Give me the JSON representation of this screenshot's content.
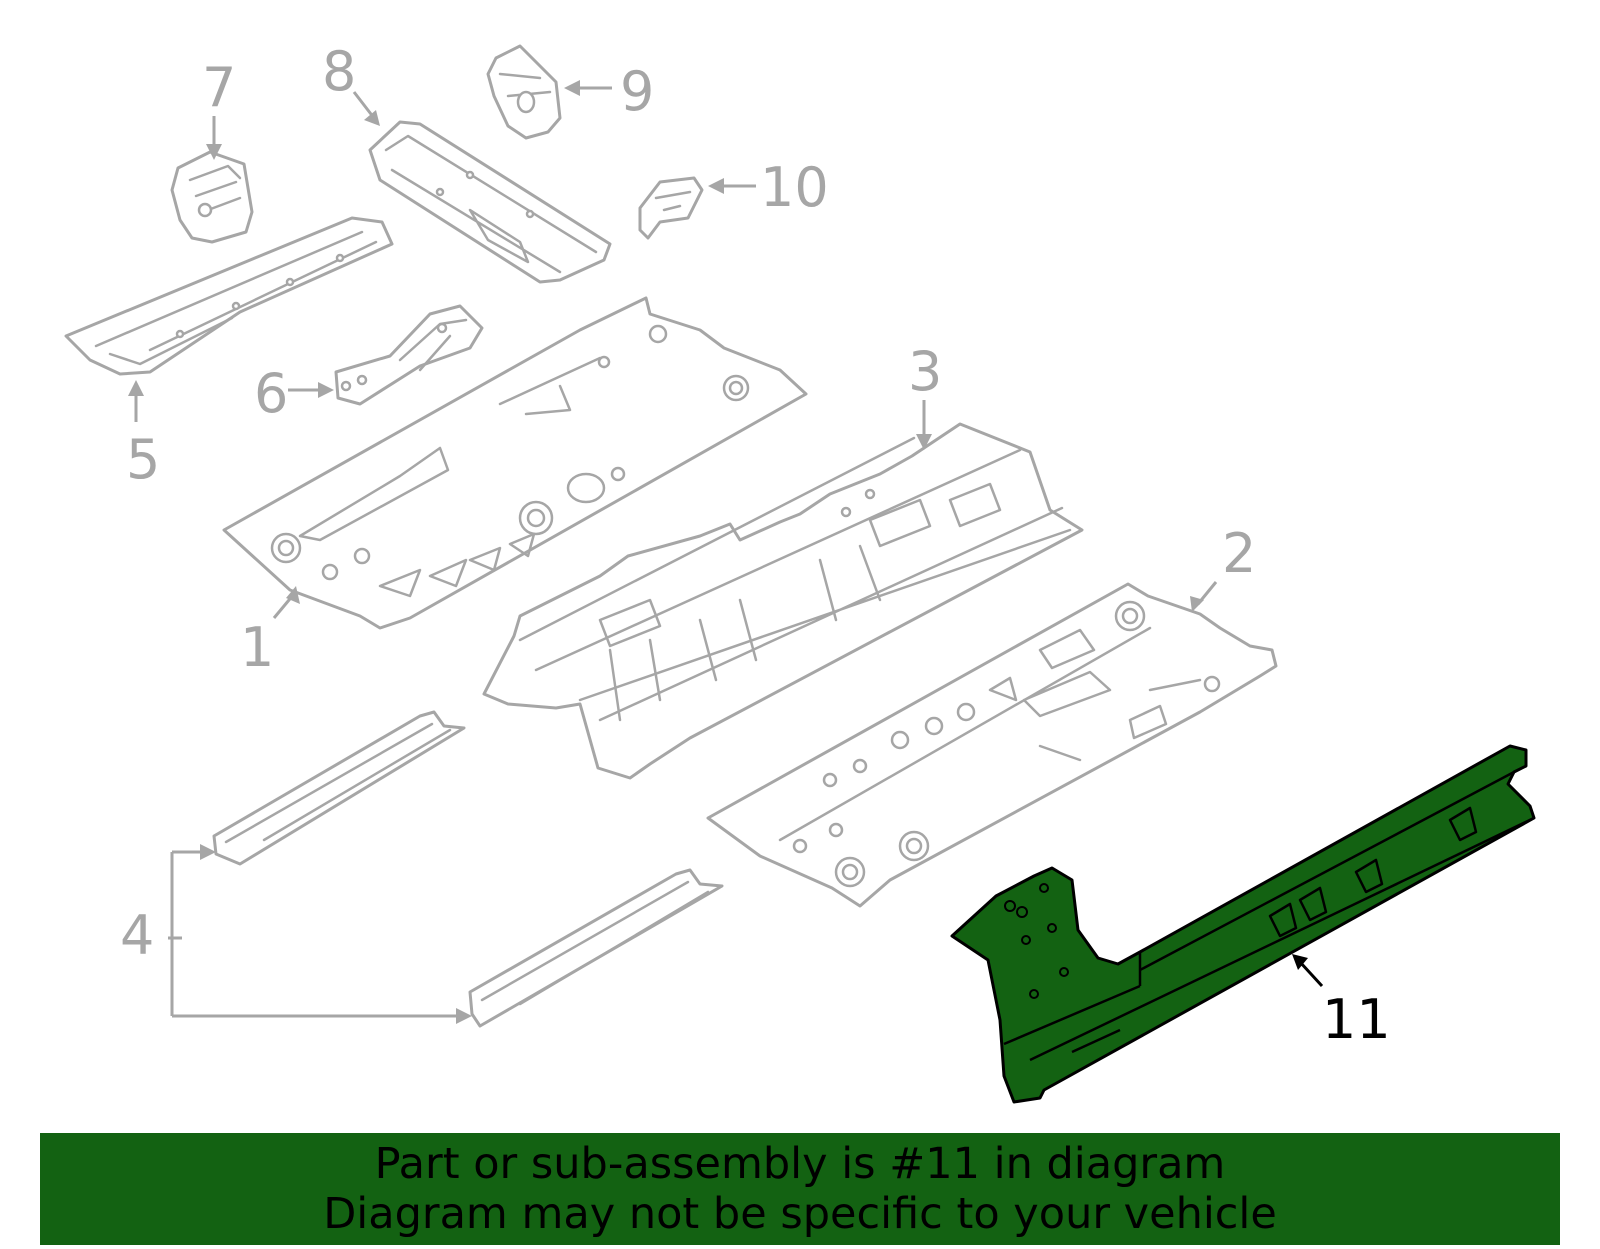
{
  "callouts": {
    "c1": "1",
    "c2": "2",
    "c3": "3",
    "c4": "4",
    "c5": "5",
    "c6": "6",
    "c7": "7",
    "c8": "8",
    "c9": "9",
    "c10": "10",
    "c11": "11"
  },
  "highlight": {
    "part": "11",
    "color": "#136212"
  },
  "banner": {
    "line1": "Part or sub-assembly is #11 in diagram",
    "line2": "Diagram may not be specific to your vehicle",
    "color": "#136212"
  }
}
